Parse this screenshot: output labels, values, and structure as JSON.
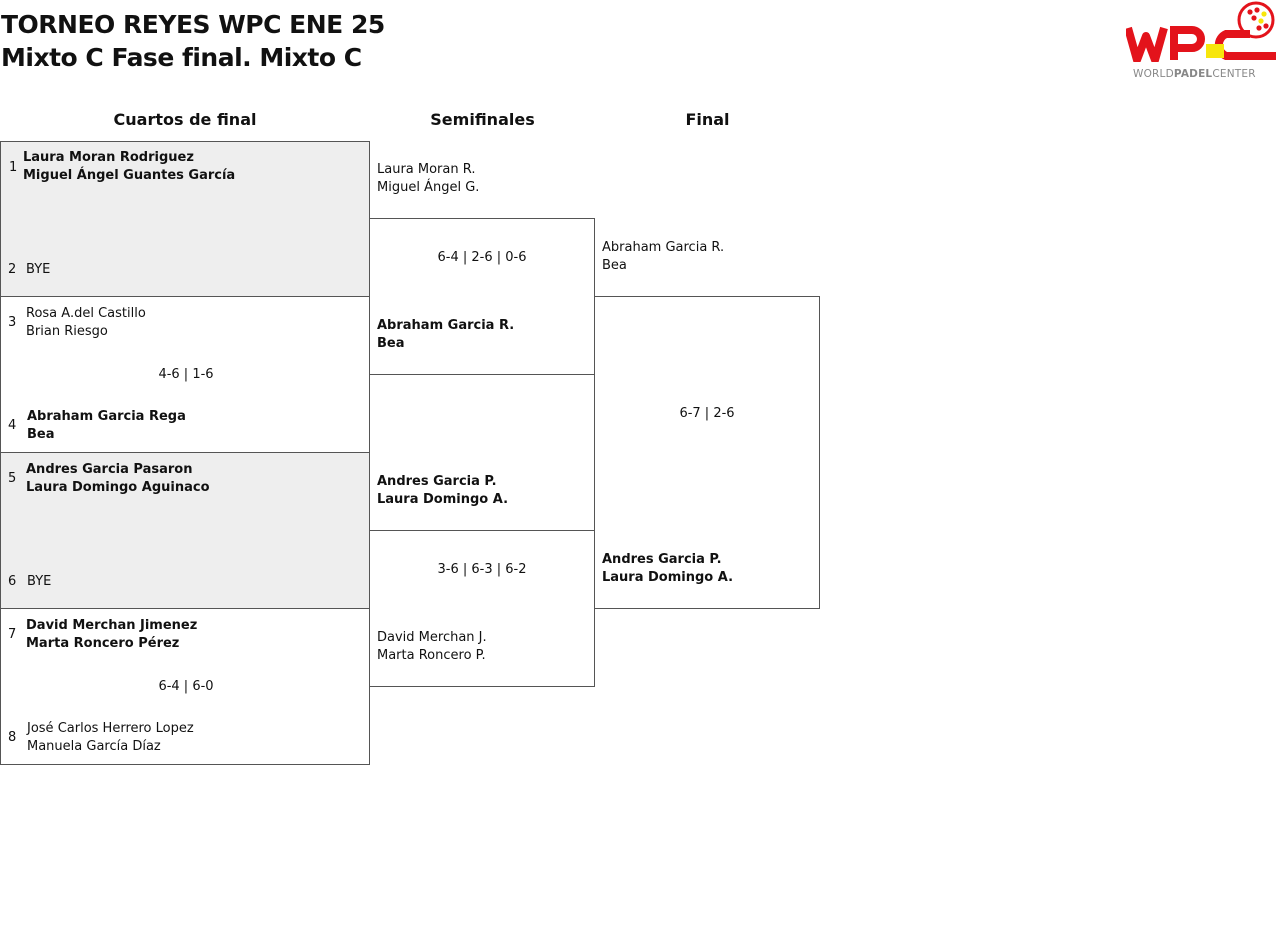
{
  "header": {
    "title": "TORNEO REYES WPC ENE 25",
    "subtitle": "Mixto C Fase final. Mixto C"
  },
  "logo": {
    "letters": "WPC",
    "text_world": "WORLD",
    "text_padel": "PADEL",
    "text_center": "CENTER",
    "accent_red": "#e3131b",
    "accent_yellow": "#f7e60c"
  },
  "rounds": {
    "quarters": "Cuartos de final",
    "semis": "Semifinales",
    "final": "Final"
  },
  "quarterfinals": [
    {
      "top": {
        "seed": "1",
        "p1": "Laura Moran Rodriguez",
        "p2": "Miguel Ángel Guantes García",
        "winner": true
      },
      "bottom": {
        "seed": "2",
        "p1": "BYE",
        "p2": "",
        "winner": false
      },
      "score": "",
      "bye": true
    },
    {
      "top": {
        "seed": "3",
        "p1": "Rosa A.del Castillo",
        "p2": "Brian Riesgo",
        "winner": false
      },
      "bottom": {
        "seed": "4",
        "p1": "Abraham Garcia Rega",
        "p2": "Bea",
        "winner": true
      },
      "score": "4-6 | 1-6",
      "bye": false
    },
    {
      "top": {
        "seed": "5",
        "p1": "Andres Garcia Pasaron",
        "p2": "Laura Domingo Aguinaco",
        "winner": true
      },
      "bottom": {
        "seed": "6",
        "p1": "BYE",
        "p2": "",
        "winner": false
      },
      "score": "",
      "bye": true
    },
    {
      "top": {
        "seed": "7",
        "p1": "David Merchan Jimenez",
        "p2": "Marta Roncero Pérez",
        "winner": true
      },
      "bottom": {
        "seed": "8",
        "p1": "José Carlos Herrero Lopez",
        "p2": "Manuela García Díaz",
        "winner": false
      },
      "score": "6-4 | 6-0",
      "bye": false
    }
  ],
  "semifinals": [
    {
      "top": {
        "p1": "Laura Moran R.",
        "p2": "Miguel Ángel G.",
        "winner": false
      },
      "bottom": {
        "p1": "Abraham Garcia R.",
        "p2": "Bea",
        "winner": true
      },
      "score": "6-4 | 2-6 | 0-6"
    },
    {
      "top": {
        "p1": "Andres Garcia P.",
        "p2": "Laura Domingo A.",
        "winner": true
      },
      "bottom": {
        "p1": "David Merchan J.",
        "p2": "Marta Roncero P.",
        "winner": false
      },
      "score": "3-6 | 6-3 | 6-2"
    }
  ],
  "final": {
    "top": {
      "p1": "Abraham Garcia R.",
      "p2": "Bea",
      "winner": false
    },
    "bottom": {
      "p1": "Andres Garcia P.",
      "p2": "Laura Domingo A.",
      "winner": true
    },
    "score": "6-7 | 2-6"
  }
}
